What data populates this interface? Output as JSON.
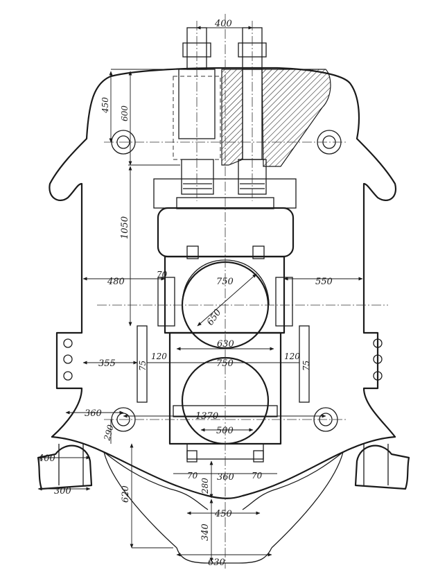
{
  "drawing": {
    "dimensions": {
      "top_spacing": "400",
      "top_a": "450",
      "top_b": "600",
      "left_height": "1050",
      "left_width": "480",
      "right_width": "550",
      "left_70": "70",
      "bore_diameter": "750",
      "bore_inner": "650",
      "chord_630": "630",
      "left_355": "355",
      "left_120": "120",
      "right_120": "120",
      "lower_750": "750",
      "left_75": "75",
      "right_75": "75",
      "left_360": "360",
      "center_1370": "1370",
      "inner_500": "500",
      "small_290": "290",
      "foot_400": "400",
      "foot_300": "300",
      "bottom_620": "620",
      "bottom_280": "280",
      "bottom_70a": "70",
      "bottom_360": "360",
      "bottom_70b": "70",
      "bottom_450": "450",
      "bottom_340": "340",
      "bottom_630": "630"
    }
  }
}
